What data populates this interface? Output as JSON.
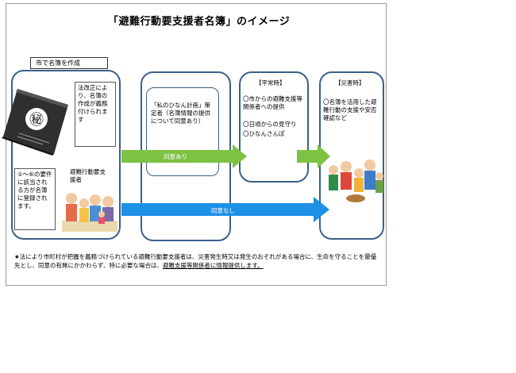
{
  "title": "「避難行動要支援者名簿」のイメージ",
  "tab_label": "市で名簿を作成",
  "book_mark": "㊙",
  "law_box": "法改正により、名簿の作成が義務付けられます",
  "requirement_box": "①～⑥の要件に該当される方が名簿に登録されます。",
  "person_label": "避難行動要支援者",
  "plan_box": "「私のひなん計画」策定者（名簿情報の提供について同意あり）",
  "normal_title": "【平常時】",
  "normal_items": [
    "〇市からの避難支援等関係者への提供",
    "〇日頃からの見守り",
    "〇ひなんさんぽ"
  ],
  "disaster_title": "【災害時】",
  "disaster_text": "〇名簿を活用した避難行動の支援や安否確認など",
  "arrow_consent": "同意あり",
  "arrow_no_consent": "同意なし",
  "note_prefix": "★法により市町村が把握を義務づけられている避難行動要支援者は、災害発生時又は発生のおそれがある場合に、生命を守ることを最優先とし、同意の有無にかかわらず、特に必要な場合は、",
  "note_underlined": "避難支援等関係者に情報提供します。",
  "colors": {
    "box_border": "#3b5f8a",
    "arrow_green": "#7dc242",
    "arrow_blue": "#1e90e6"
  }
}
